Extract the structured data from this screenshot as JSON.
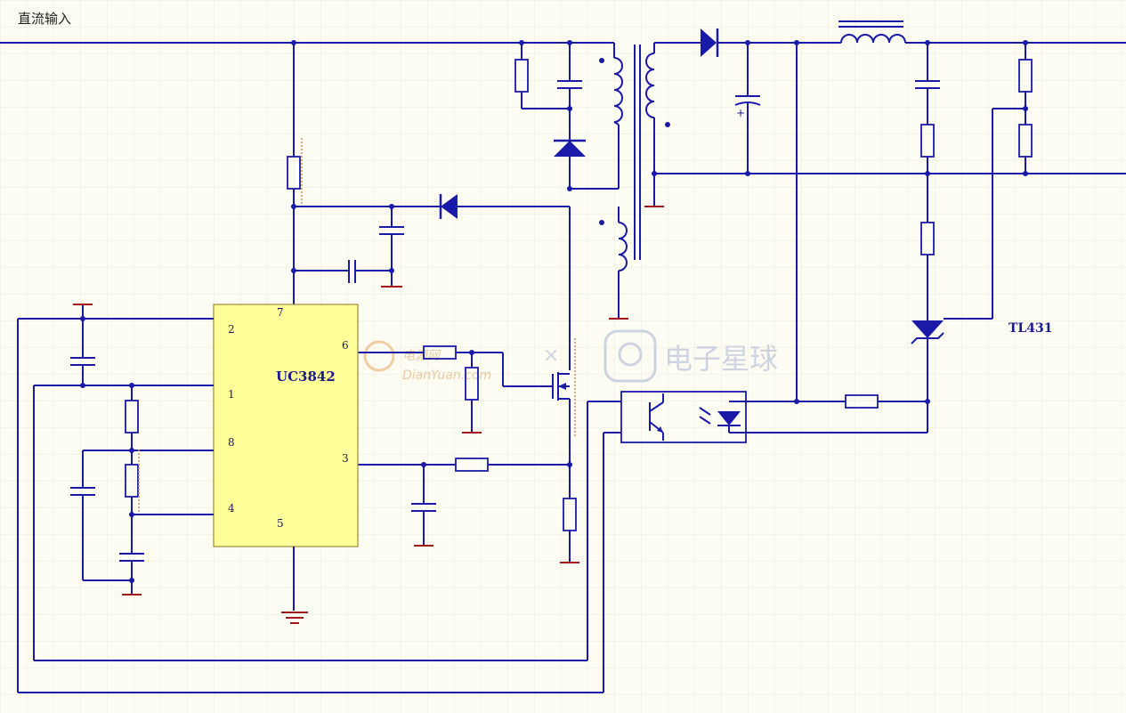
{
  "title": "直流输入",
  "chips": {
    "pwm_controller": "UC3842",
    "shunt_regulator": "TL431"
  },
  "pins": {
    "p7": "7",
    "p2": "2",
    "p1": "1",
    "p8": "8",
    "p4": "4",
    "p5": "5",
    "p6": "6",
    "p3": "3"
  },
  "watermark": {
    "brand_cn": "电子星球",
    "left_cn": "电源网",
    "left_en": "DianYuan.com",
    "separator": "×"
  },
  "colors": {
    "wire": "#1a1aa8",
    "ground": "#a01818",
    "ic_fill": "#ffff99",
    "background": "#fdfcf3"
  }
}
